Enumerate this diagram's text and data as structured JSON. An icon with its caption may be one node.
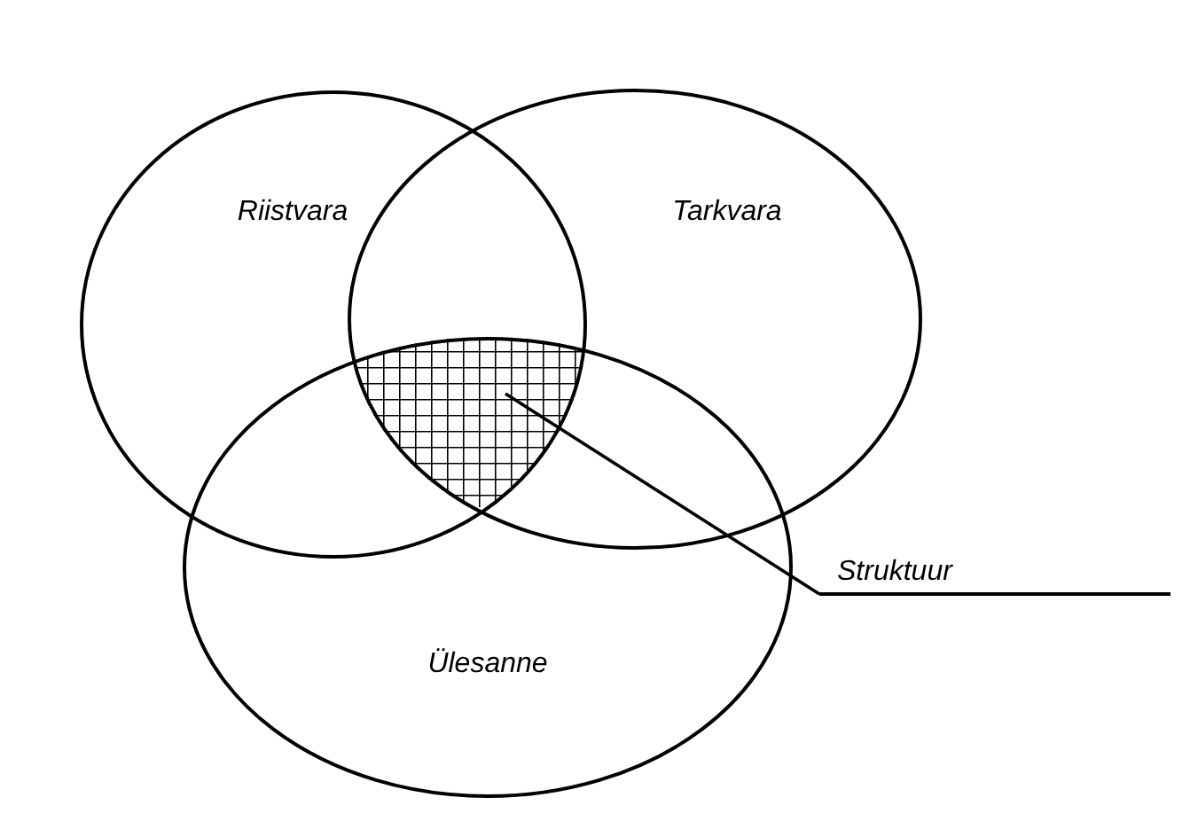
{
  "diagram": {
    "nodes": [
      {
        "text": [
          "Riistvara"
        ]
      },
      {
        "text": [
          "Tarkvara"
        ]
      },
      {
        "text": [
          "Ülesanne"
        ]
      },
      {
        "text": [
          "Struktuur"
        ]
      },
      {
        "text": [],
        "shape": "region"
      }
    ],
    "edges": [
      {
        "from": 3,
        "to": 4,
        "arrow": "none"
      }
    ]
  }
}
